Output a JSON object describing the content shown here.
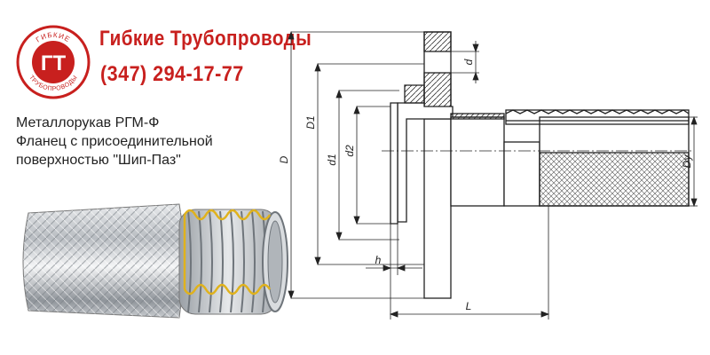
{
  "logo": {
    "monogram": "ГТ",
    "ring_top": "ГИБКИЕ",
    "ring_bottom": "ТРУБОПРОВОДЫ"
  },
  "header": {
    "company": "Гибкие Трубопроводы",
    "phone": "(347) 294-17-77"
  },
  "description": {
    "lines": [
      "Металлорукав РГМ-Ф",
      "Фланец с присоединительной",
      "поверхностью \"Шип-Паз\""
    ]
  },
  "dimensions": {
    "D": "D",
    "D1": "D1",
    "d1": "d1",
    "d2": "d2",
    "d": "d",
    "Dy": "Dy",
    "h": "h",
    "L": "L"
  },
  "colors": {
    "brand": "#c8201e",
    "outline": "#222222"
  }
}
